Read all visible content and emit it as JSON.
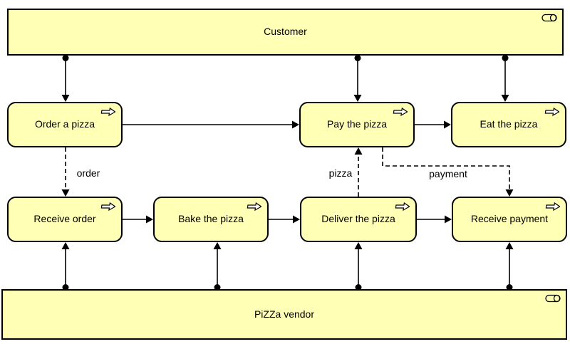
{
  "diagram": {
    "type": "archimate-business-process-view",
    "colors": {
      "node_fill": "#ffffb5",
      "node_border": "#000000",
      "relation_line": "#000000",
      "background": "#ffffff"
    },
    "roles": [
      {
        "id": "customer",
        "label": "Customer"
      },
      {
        "id": "pizza-vendor",
        "label": "PiZZa vendor"
      }
    ],
    "processes": [
      {
        "id": "order-a-pizza",
        "label": "Order a pizza"
      },
      {
        "id": "pay-the-pizza",
        "label": "Pay the pizza"
      },
      {
        "id": "eat-the-pizza",
        "label": "Eat the pizza"
      },
      {
        "id": "receive-order",
        "label": "Receive order"
      },
      {
        "id": "bake-the-pizza",
        "label": "Bake the pizza"
      },
      {
        "id": "deliver-the-pizza",
        "label": "Deliver the pizza"
      },
      {
        "id": "receive-payment",
        "label": "Receive payment"
      }
    ],
    "flows": [
      {
        "id": "order",
        "label": "order",
        "from": "Order a pizza",
        "to": "Receive order"
      },
      {
        "id": "pizza",
        "label": "pizza",
        "from": "Deliver the pizza",
        "to": "Pay the pizza"
      },
      {
        "id": "payment",
        "label": "payment",
        "from": "Pay the pizza",
        "to": "Receive payment"
      }
    ],
    "triggers": [
      {
        "from": "Order a pizza",
        "to": "Pay the pizza"
      },
      {
        "from": "Pay the pizza",
        "to": "Eat the pizza"
      },
      {
        "from": "Receive order",
        "to": "Bake the pizza"
      },
      {
        "from": "Bake the pizza",
        "to": "Deliver the pizza"
      },
      {
        "from": "Deliver the pizza",
        "to": "Receive payment"
      }
    ],
    "assignments": [
      {
        "from": "Customer",
        "to": "Order a pizza"
      },
      {
        "from": "Customer",
        "to": "Pay the pizza"
      },
      {
        "from": "Customer",
        "to": "Eat the pizza"
      },
      {
        "from": "PiZZa vendor",
        "to": "Receive order"
      },
      {
        "from": "PiZZa vendor",
        "to": "Bake the pizza"
      },
      {
        "from": "PiZZa vendor",
        "to": "Deliver the pizza"
      },
      {
        "from": "PiZZa vendor",
        "to": "Receive payment"
      }
    ]
  }
}
